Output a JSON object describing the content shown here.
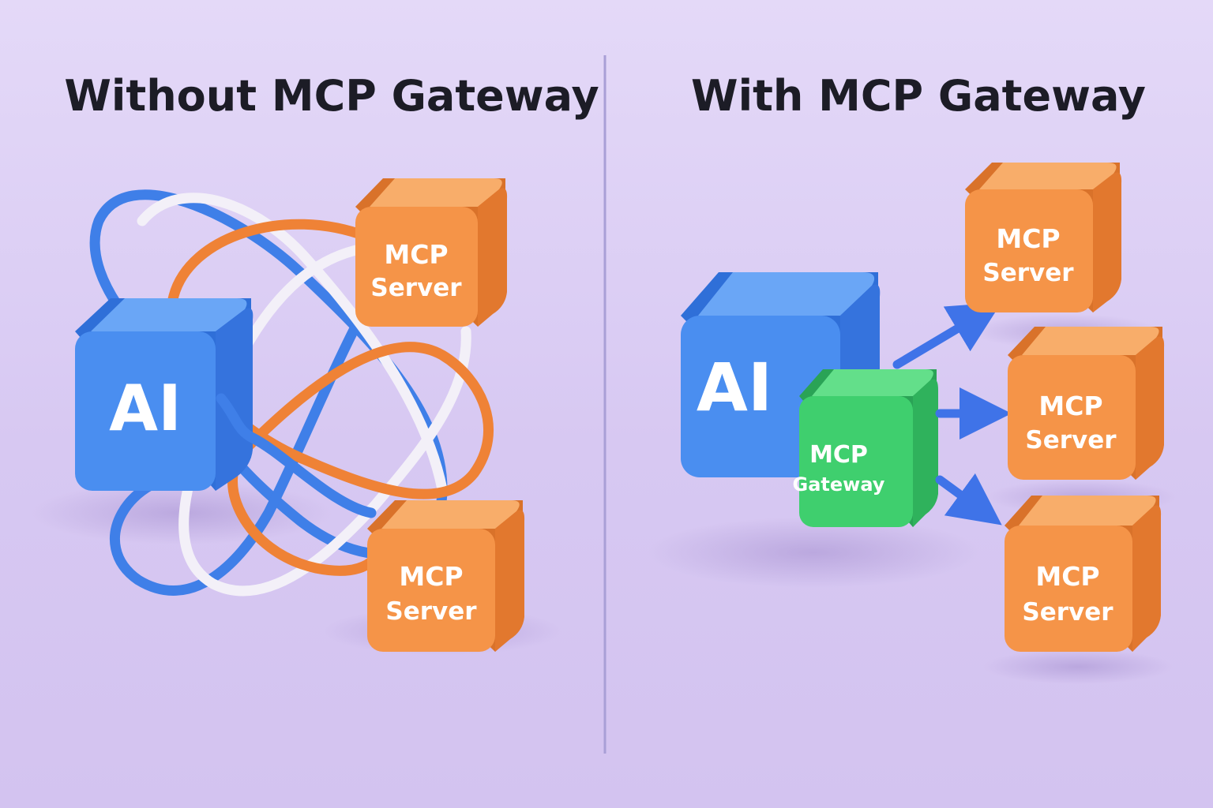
{
  "left_panel": {
    "title": "Without MCP Gateway",
    "ai_label": "AI",
    "servers": [
      {
        "line1": "MCP",
        "line2": "Server"
      },
      {
        "line1": "MCP",
        "line2": "Server"
      }
    ]
  },
  "right_panel": {
    "title": "With MCP Gateway",
    "ai_label": "AI",
    "gateway": {
      "line1": "MCP",
      "line2": "Gateway"
    },
    "servers": [
      {
        "line1": "MCP",
        "line2": "Server"
      },
      {
        "line1": "MCP",
        "line2": "Server"
      },
      {
        "line1": "MCP",
        "line2": "Server"
      }
    ]
  },
  "colors": {
    "ai_blue": "#4a8ef0",
    "server_orange": "#f59448",
    "gateway_green": "#3fcf6e",
    "wire_blue": "#3f7fe8",
    "wire_orange": "#ef8236",
    "wire_white": "#f3f0f8",
    "arrow_blue": "#3f73e8"
  }
}
